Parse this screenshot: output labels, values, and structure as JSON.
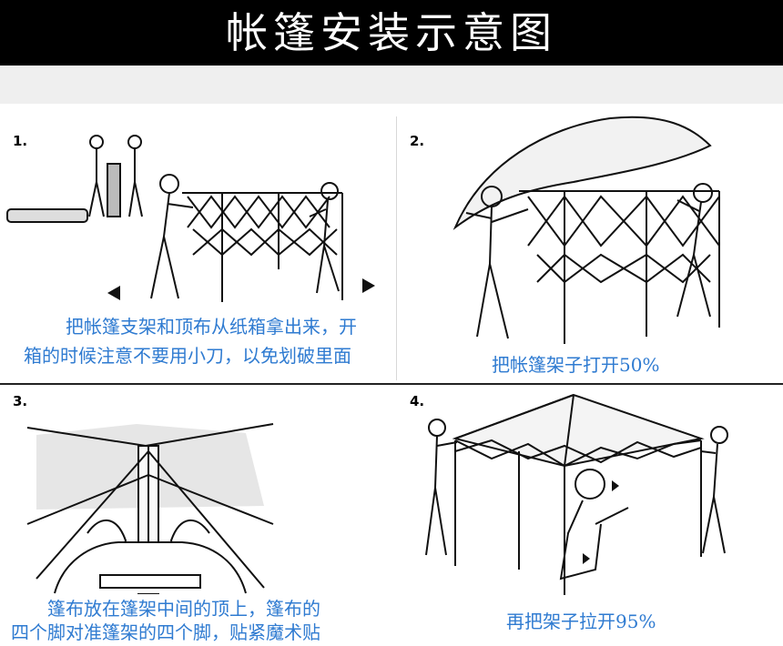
{
  "header": {
    "title": "帐篷安装示意图"
  },
  "steps": [
    {
      "number": "1.",
      "caption_line1": "把帐篷支架和顶布从纸箱拿出来，开",
      "caption_line2": "箱的时候注意不要用小刀，以免划破里面"
    },
    {
      "number": "2.",
      "caption_line1": "把帐篷架子打开50%"
    },
    {
      "number": "3.",
      "caption_line1": "篷布放在篷架中间的顶上，篷布的",
      "caption_line2": "四个脚对准篷架的四个脚，贴紧魔术贴"
    },
    {
      "number": "4.",
      "caption_line1": "再把架子拉开95%"
    }
  ],
  "colors": {
    "caption": "#2f7bd1",
    "header_bg": "#000000",
    "header_text": "#ffffff"
  }
}
